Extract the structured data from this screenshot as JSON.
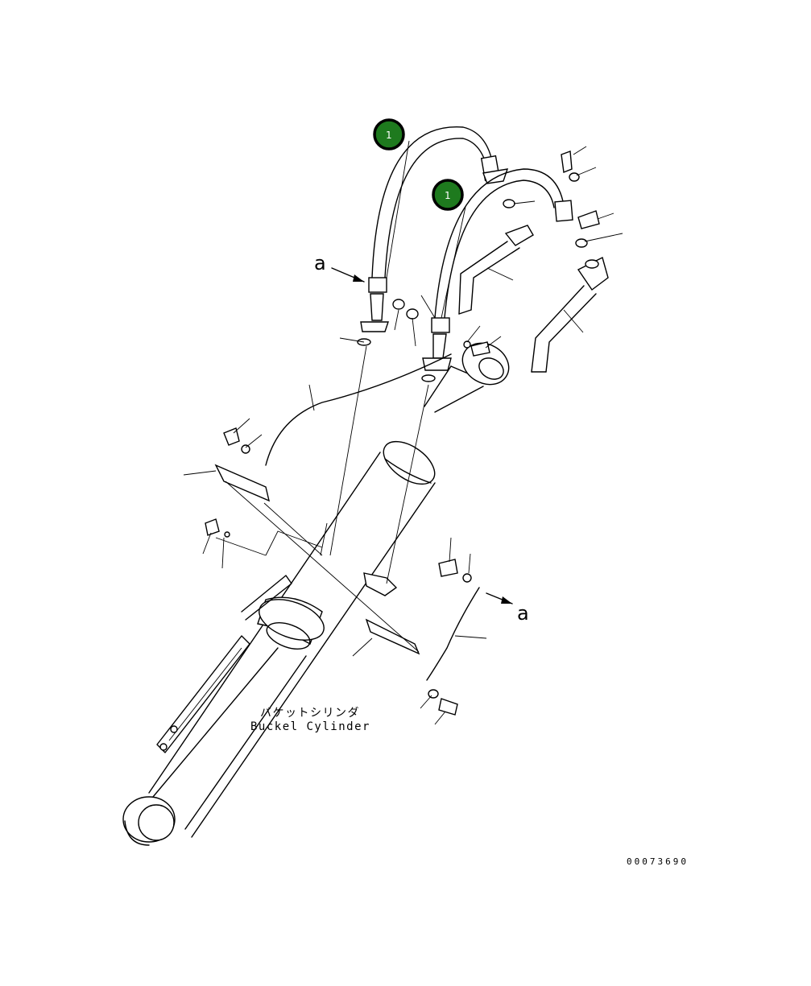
{
  "callouts": [
    {
      "number": "1"
    },
    {
      "number": "1"
    }
  ],
  "arrow_marks": [
    "a",
    "a"
  ],
  "part_label": {
    "japanese": "バケットシリンダ",
    "english": "Buckel Cylinder"
  },
  "drawing_code": "00073690",
  "colors": {
    "callout_fill": "#1e7a1e",
    "line": "#000000",
    "background": "#ffffff"
  }
}
